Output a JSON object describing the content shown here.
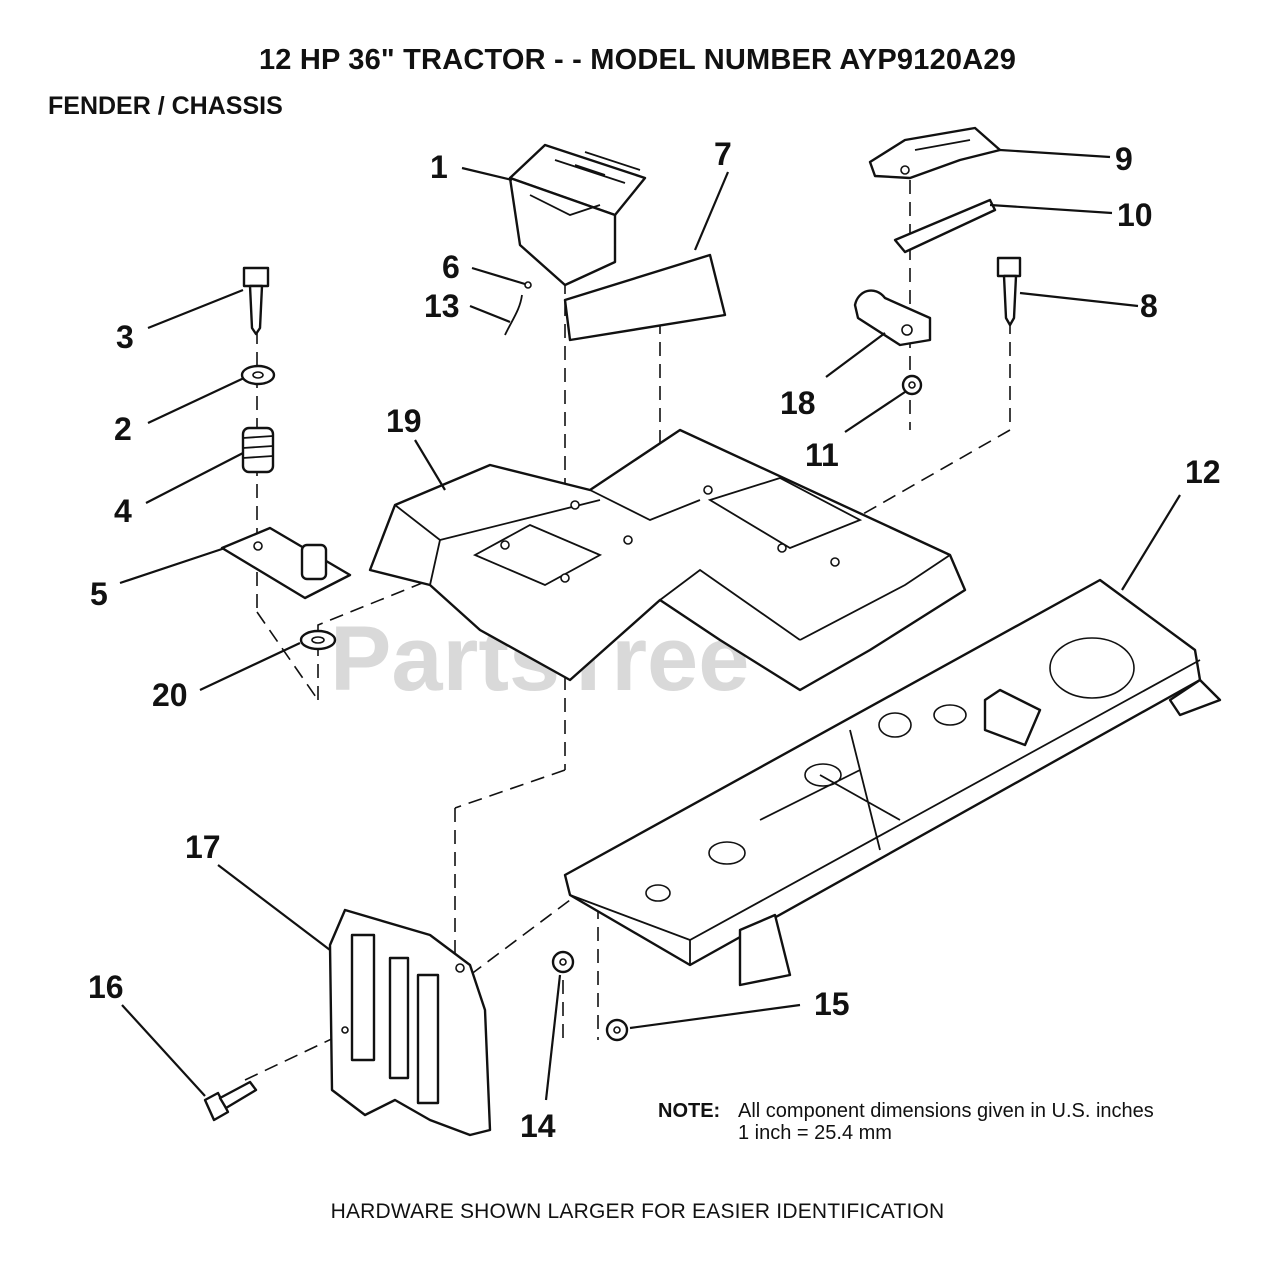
{
  "header": {
    "title": "12 HP 36\" TRACTOR - - MODEL NUMBER AYP9120A29",
    "subtitle": "FENDER / CHASSIS"
  },
  "watermark": "PartsTree",
  "parts": {
    "p1": "1",
    "p2": "2",
    "p3": "3",
    "p4": "4",
    "p5": "5",
    "p6": "6",
    "p7": "7",
    "p8": "8",
    "p9": "9",
    "p10": "10",
    "p11": "11",
    "p12": "12",
    "p13": "13",
    "p14": "14",
    "p15": "15",
    "p16": "16",
    "p17": "17",
    "p18": "18",
    "p19": "19",
    "p20": "20"
  },
  "note": {
    "label": "NOTE:",
    "line1": "All component dimensions given in U.S. inches",
    "line2": "1 inch = 25.4 mm"
  },
  "footer": "HARDWARE SHOWN LARGER FOR EASIER IDENTIFICATION"
}
